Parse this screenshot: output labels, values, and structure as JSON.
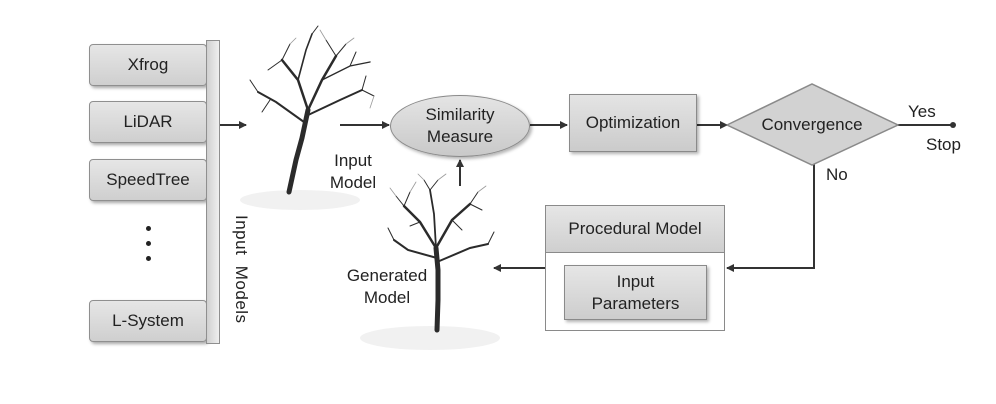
{
  "sources": {
    "items": [
      "Xfrog",
      "LiDAR",
      "SpeedTree",
      "L-System"
    ],
    "group_label": "Input  Models"
  },
  "input_model": {
    "line1": "Input",
    "line2": "Model"
  },
  "similarity": {
    "line1": "Similarity",
    "line2": "Measure"
  },
  "optimization": {
    "label": "Optimization"
  },
  "convergence": {
    "label": "Convergence",
    "yes": "Yes",
    "no": "No",
    "stop": "Stop"
  },
  "procedural": {
    "title": "Procedural Model",
    "param_line1": "Input",
    "param_line2": "Parameters"
  },
  "generated_model": {
    "line1": "Generated",
    "line2": "Model"
  },
  "colors": {
    "box_fill": "#d6d6d6",
    "box_border": "#8a8a8a",
    "line": "#333333"
  }
}
